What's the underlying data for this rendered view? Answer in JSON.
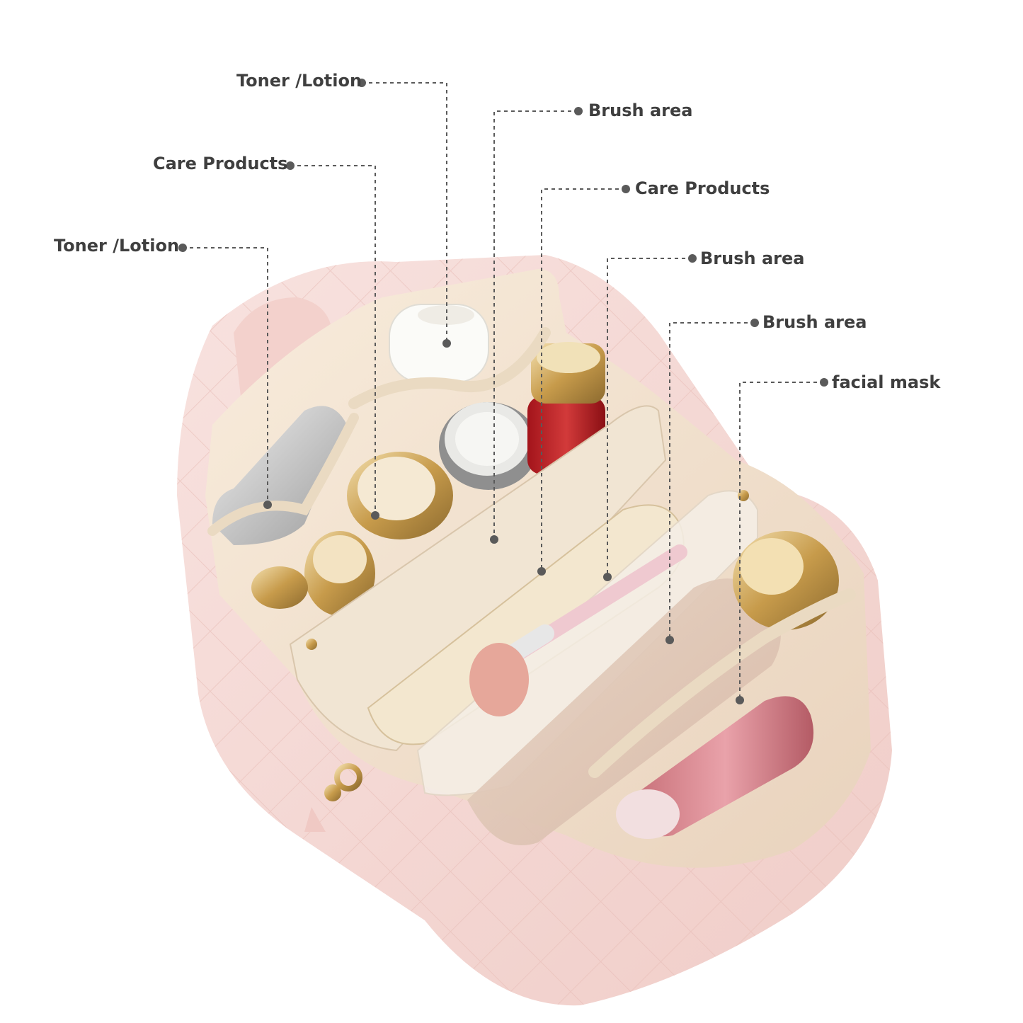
{
  "annotations": [
    {
      "text": "Toner /Lotion",
      "side": "left"
    },
    {
      "text": "Care Products",
      "side": "left"
    },
    {
      "text": "Toner /Lotion",
      "side": "left"
    },
    {
      "text": "Brush area",
      "side": "right"
    },
    {
      "text": "Care Products",
      "side": "right"
    },
    {
      "text": "Brush area",
      "side": "right"
    },
    {
      "text": "Brush area",
      "side": "right"
    },
    {
      "text": "facial mask",
      "side": "right"
    }
  ],
  "colors": {
    "label_text": "#3f3f3f",
    "leader_line": "#5a5a5a",
    "bag_pink": "#f6d9d6",
    "lining_cream": "#f4e6d2",
    "gold": "#c9a35a"
  }
}
